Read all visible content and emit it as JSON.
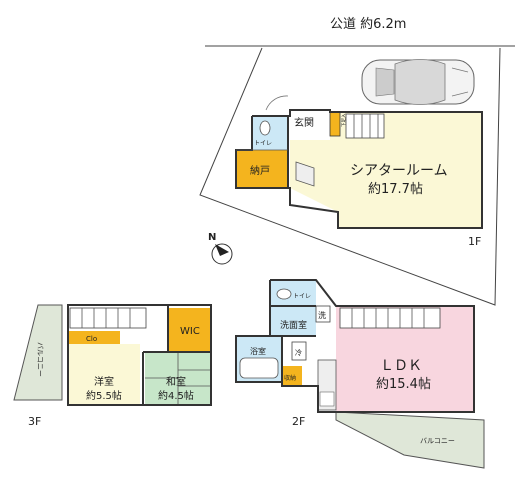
{
  "road": {
    "label": "公道 約6.2m"
  },
  "floors": {
    "f1": {
      "label": "1F",
      "rooms": {
        "entrance": "玄関",
        "toilet": "トイレ",
        "storage": "納戸",
        "shoe_box": "下足入",
        "theater_name": "シアタールーム",
        "theater_size": "約17.7帖"
      }
    },
    "f2": {
      "label": "2F",
      "rooms": {
        "toilet": "トイレ",
        "washroom": "洗面室",
        "washer": "洗",
        "fridge": "冷",
        "bath": "浴室",
        "storage": "収納",
        "ldk_name": "ＬＤＫ",
        "ldk_size": "約15.4帖",
        "balcony": "バルコニー"
      }
    },
    "f3": {
      "label": "3F",
      "rooms": {
        "wic": "WIC",
        "clo": "Clo",
        "western_name": "洋室",
        "western_size": "約5.5帖",
        "japanese_name": "和室",
        "japanese_size": "約4.5帖",
        "balcony": "バルコニー"
      }
    }
  },
  "compass": {
    "label": "N"
  },
  "colors": {
    "theater": "#fbf8d6",
    "storage": "#f4b41e",
    "wet": "#cce8f6",
    "ldk": "#f8d6df",
    "western": "#fbf8d6",
    "japanese": "#c7e6c9",
    "balcony": "#dfe7d8"
  }
}
